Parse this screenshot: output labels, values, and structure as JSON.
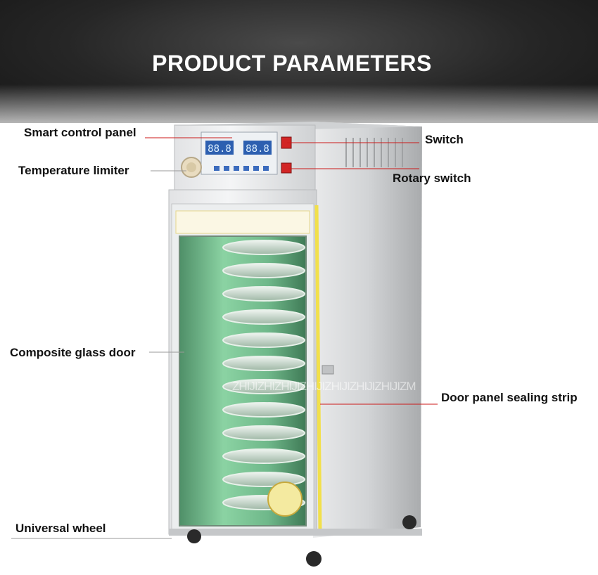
{
  "title": "PRODUCT PARAMETERS",
  "labels": {
    "smart_control_panel": "Smart control panel",
    "temperature_limiter": "Temperature limiter",
    "switch": "Switch",
    "rotary_switch": "Rotary switch",
    "composite_glass_door": "Composite glass door",
    "door_sealing_strip": "Door panel sealing strip",
    "universal_wheel": "Universal wheel"
  },
  "panel": {
    "display_left": "88.8",
    "display_right": "88.8"
  },
  "watermark": "ZHIJIZHIZHIJIZHIJIZHIJIZHIJIZHIJIZM",
  "colors": {
    "header_bg": "#262626",
    "leader_line": "#cc1a1a",
    "door_seal": "#f2e04a",
    "glass_tint": "#6fb88a",
    "steel": "#d6d8da"
  }
}
